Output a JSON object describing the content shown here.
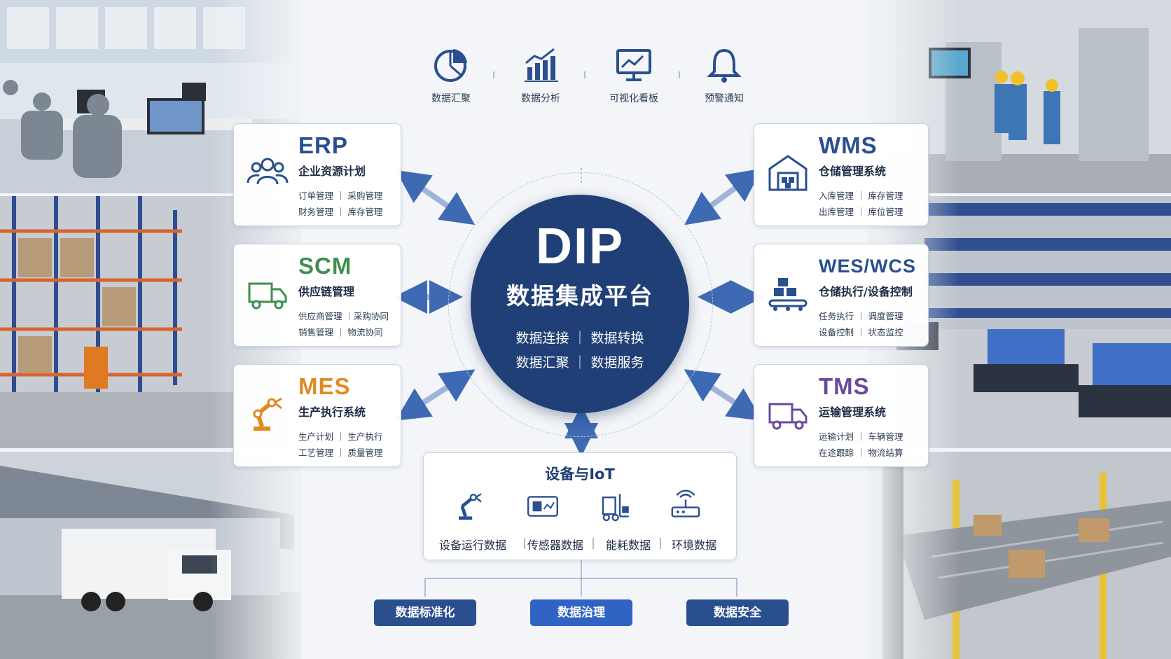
{
  "top_tools": [
    {
      "icon": "pie-chart-icon",
      "label": "数据汇聚"
    },
    {
      "icon": "bar-chart-icon",
      "label": "数据分析"
    },
    {
      "icon": "dashboard-monitor-icon",
      "label": "可视化看板"
    },
    {
      "icon": "bell-icon",
      "label": "预警通知"
    }
  ],
  "center": {
    "title": "DIP",
    "subtitle": "数据集成平台",
    "line1": "数据连接 ｜ 数据转换",
    "line2": "数据汇聚 ｜ 数据服务",
    "color": "#1f3f76"
  },
  "systems": {
    "erp": {
      "title": "ERP",
      "subtitle": "企业资源计划",
      "row1": "订单管理 ｜ 采购管理",
      "row2": "财务管理 ｜ 库存管理",
      "color": "#2a4f8f",
      "icon": "people-group-icon"
    },
    "scm": {
      "title": "SCM",
      "subtitle": "供应链管理",
      "row1": "供应商管理 ｜采购协同",
      "row2": "销售管理 ｜ 物流协同",
      "color": "#3f8f4f",
      "icon": "truck-icon"
    },
    "mes": {
      "title": "MES",
      "subtitle": "生产执行系统",
      "row1": "生产计划 ｜ 生产执行",
      "row2": "工艺管理 ｜ 质量管理",
      "color": "#e08a24",
      "icon": "robot-arm-icon"
    },
    "wms": {
      "title": "WMS",
      "subtitle": "仓储管理系统",
      "row1": "入库管理 ｜ 库存管理",
      "row2": "出库管理 ｜ 库位管理",
      "color": "#2a4f8f",
      "icon": "warehouse-icon"
    },
    "wes": {
      "title": "WES/WCS",
      "subtitle": "仓储执行/设备控制",
      "row1": "任务执行 ｜ 调度管理",
      "row2": "设备控制 ｜ 状态监控",
      "color": "#2a4f8f",
      "icon": "conveyor-boxes-icon"
    },
    "tms": {
      "title": "TMS",
      "subtitle": "运输管理系统",
      "row1": "运输计划 ｜ 车辆管理",
      "row2": "在途跟踪 ｜ 物流结算",
      "color": "#6b4a9b",
      "icon": "delivery-truck-icon"
    }
  },
  "iot": {
    "title": "设备与IoT",
    "items": [
      {
        "icon": "robot-arm-icon",
        "label": "设备运行数据"
      },
      {
        "icon": "sensor-icon",
        "label": "传感器数据"
      },
      {
        "icon": "forklift-icon",
        "label": "能耗数据"
      },
      {
        "icon": "router-icon",
        "label": "环境数据"
      }
    ]
  },
  "bottom_buttons": [
    {
      "label": "数据标准化",
      "color": "#2a4f8f"
    },
    {
      "label": "数据治理",
      "color": "#2f63c4"
    },
    {
      "label": "数据安全",
      "color": "#2a4f8f"
    }
  ]
}
